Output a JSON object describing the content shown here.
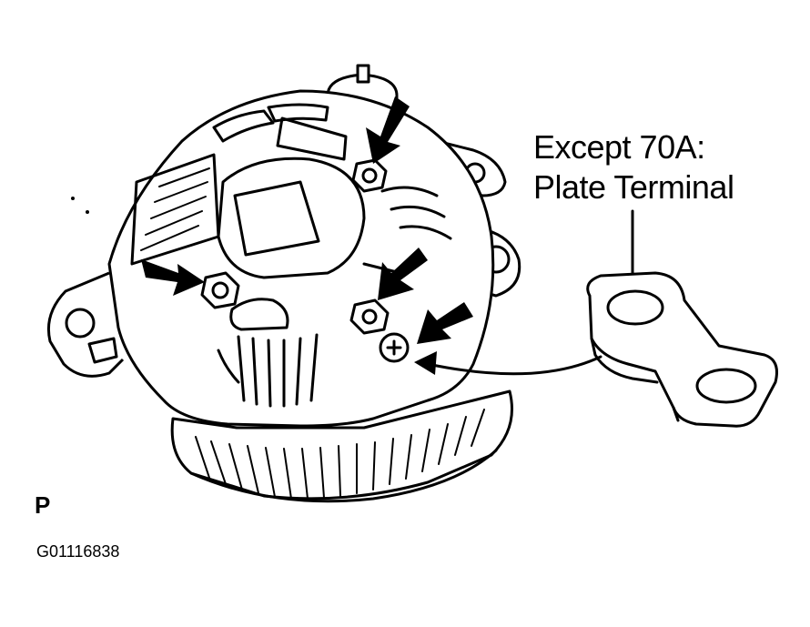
{
  "callout": {
    "line1": "Except 70A:",
    "line2": "Plate Terminal"
  },
  "view_letter": "P",
  "figure_id": "G01116838",
  "icons": {
    "alternator": "alternator-drawing",
    "plate_terminal": "plate-terminal-drawing",
    "arrow": "pointer-arrow"
  }
}
